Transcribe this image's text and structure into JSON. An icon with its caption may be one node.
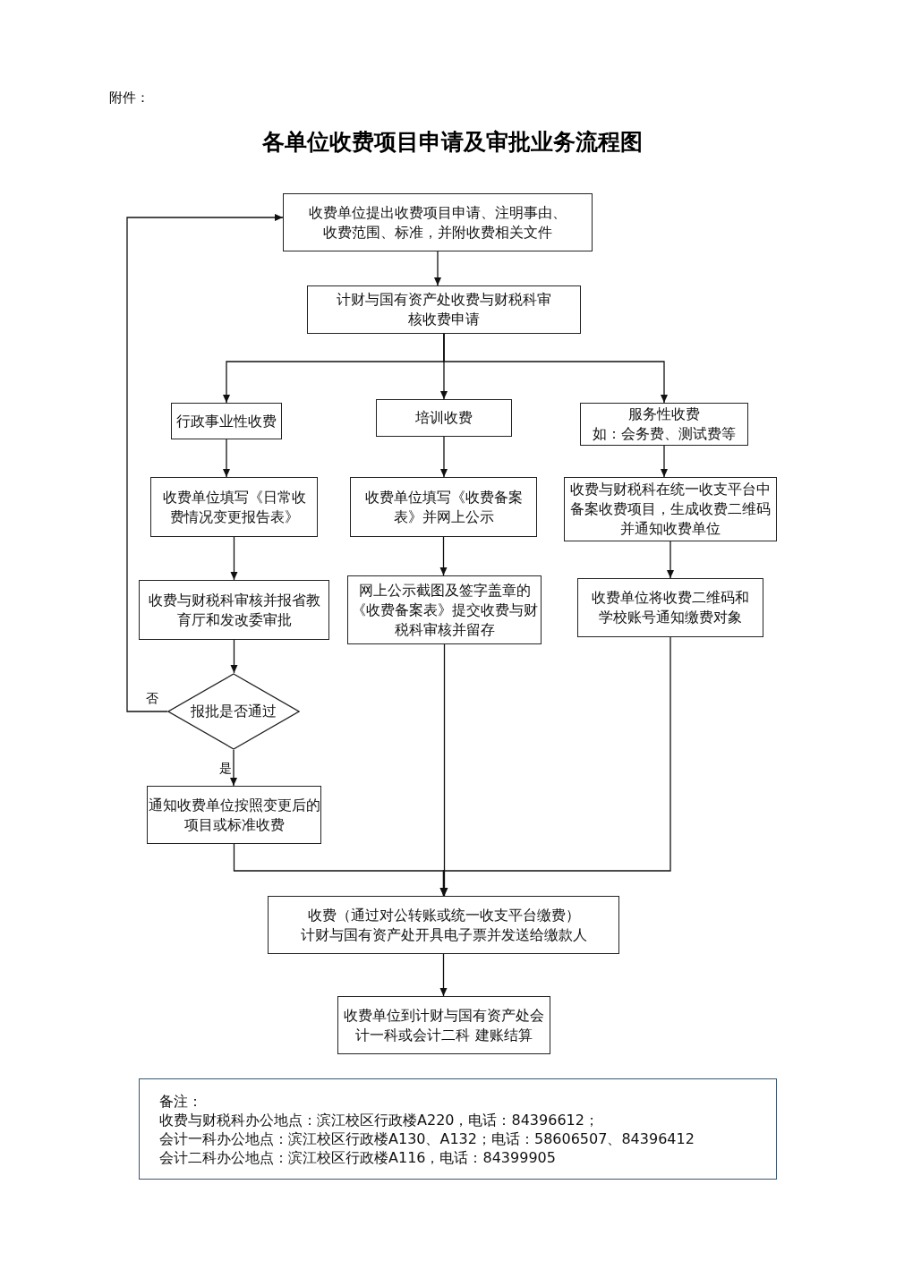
{
  "diagram": {
    "title": "各单位收费项目申请及审批业务流程图",
    "nodes": [
      {
        "text": [
          "收费单位提出收费项目申请、注明事由、收费范围、标准，并附收费相关文件"
        ]
      },
      {
        "text": [
          "计财与国有资产处收费与财税科审核收费申请"
        ]
      },
      {
        "text": [
          "行政事业性收费"
        ]
      },
      {
        "text": [
          "培训收费"
        ]
      },
      {
        "text": [
          "服务性收费",
          "如：会务费、测试费等"
        ]
      },
      {
        "text": [
          "收费单位填写《日常收费情况变更报告表》"
        ]
      },
      {
        "text": [
          "收费单位填写《收费备案表》并网上公示"
        ]
      },
      {
        "text": [
          "收费与财税科在统一收支平台中备案收费项目，生成收费二维码并通知收费单位"
        ]
      },
      {
        "text": [
          "收费与财税科审核并报省教育厅和发改委审批"
        ]
      },
      {
        "text": [
          "网上公示截图及签字盖章的《收费备案表》提交收费与财税科审核并留存"
        ]
      },
      {
        "text": [
          "收费单位将收费二维码和学校账号通知缴费对象"
        ]
      },
      {
        "text": [
          "报批是否通过"
        ]
      },
      {
        "text": [
          "通知收费单位按照变更后的项目或标准收费"
        ]
      },
      {
        "text": [
          "收费（通过对公转账或统一收支平台缴费）",
          "计财与国有资产处开具电子票并发送给缴款人"
        ]
      },
      {
        "text": [
          "收费单位到计财与国有资产处会计一科或会计二科 建账结算"
        ]
      },
      {
        "text": [
          "备注：",
          "收费与财税科办公地点：滨江校区行政楼A220，电话：84396612；",
          "会计一科办公地点：滨江校区行政楼A130、A132；电话：58606507、84396412",
          "会计二科办公地点：滨江校区行政楼A116，电话：84399905"
        ]
      }
    ],
    "edges": [
      {
        "from": 0,
        "to": 1,
        "arrow": "to"
      },
      {
        "from": 1,
        "to": 2,
        "arrow": "to"
      },
      {
        "from": 1,
        "to": 3,
        "arrow": "to"
      },
      {
        "from": 1,
        "to": 4,
        "arrow": "to"
      },
      {
        "from": 2,
        "to": 5,
        "arrow": "to"
      },
      {
        "from": 5,
        "to": 8,
        "arrow": "to"
      },
      {
        "from": 8,
        "to": 11,
        "arrow": "to"
      },
      {
        "from": 11,
        "to": 12,
        "arrow": "to",
        "label": "是"
      },
      {
        "from": 11,
        "to": 0,
        "arrow": "to",
        "label": "否"
      },
      {
        "from": 3,
        "to": 6,
        "arrow": "to"
      },
      {
        "from": 6,
        "to": 9,
        "arrow": "to"
      },
      {
        "from": 9,
        "to": 13,
        "arrow": "to"
      },
      {
        "from": 4,
        "to": 7,
        "arrow": "to"
      },
      {
        "from": 7,
        "to": 10,
        "arrow": "to"
      },
      {
        "from": 10,
        "to": 13,
        "arrow": "to"
      },
      {
        "from": 12,
        "to": 13,
        "arrow": "to"
      },
      {
        "from": 13,
        "to": 14,
        "arrow": "to"
      }
    ],
    "labels": [
      "附件："
    ]
  }
}
